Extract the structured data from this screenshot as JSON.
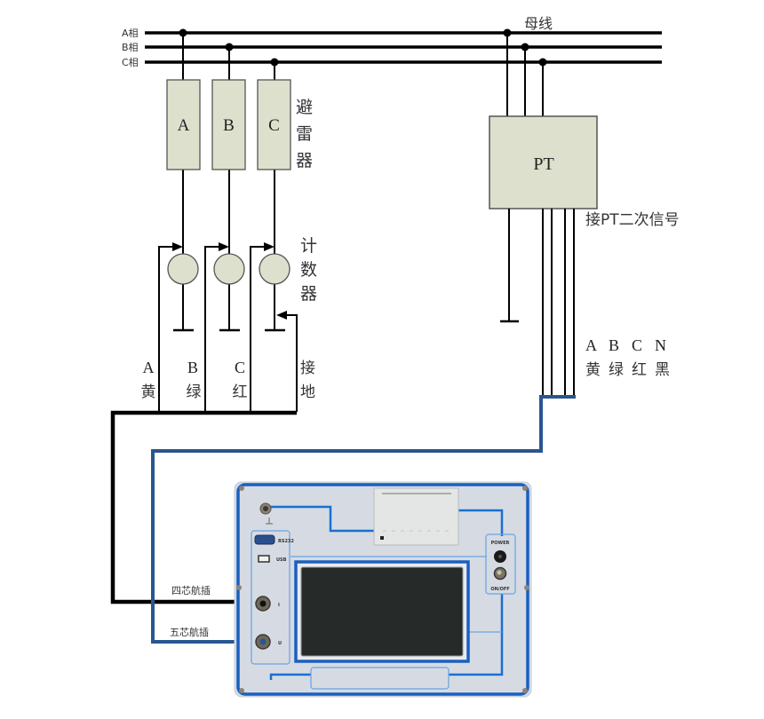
{
  "bus": {
    "title": "母线",
    "phase_labels": [
      "A相",
      "B相",
      "C相"
    ]
  },
  "arresters": {
    "title_chars": [
      "避",
      "雷",
      "器"
    ],
    "units": [
      "A",
      "B",
      "C"
    ]
  },
  "counters": {
    "title_chars": [
      "计",
      "数",
      "器"
    ]
  },
  "leads": {
    "phase_letters": [
      "A",
      "B",
      "C"
    ],
    "colors": [
      "黄",
      "绿",
      "红"
    ],
    "ground_chars": [
      "接",
      "地"
    ]
  },
  "pt": {
    "label": "PT",
    "secondary_label": "接PT二次信号",
    "wire_letters": [
      "A",
      "B",
      "C",
      "N"
    ],
    "wire_colors": [
      "黄",
      "绿",
      "红",
      "黑"
    ]
  },
  "instrument": {
    "plug_labels": {
      "four_core": "四芯航插",
      "five_core": "五芯航插"
    },
    "ports": {
      "rs232": "RS232",
      "usb": "USB",
      "current": "I",
      "voltage": "U"
    },
    "power": {
      "label": "POWER",
      "switch_label": "ON/OFF"
    }
  },
  "colors": {
    "wire": "#000000",
    "signal_cable": "#2a5590",
    "component_fill": "#dde0cc",
    "panel_bg": "#d6dbe3",
    "panel_border": "#1a5fc0",
    "screen": "#262a28"
  }
}
